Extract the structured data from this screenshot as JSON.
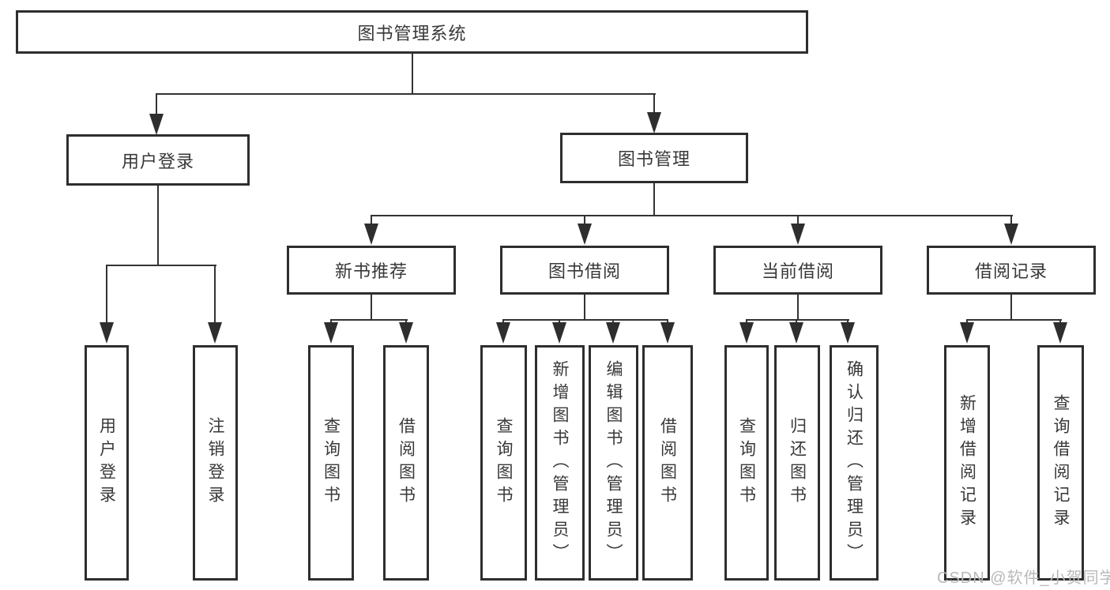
{
  "tree": {
    "root": {
      "label": "图书管理系统"
    },
    "level2": [
      {
        "label": "用户登录",
        "children": [
          "用户登录",
          "注销登录"
        ]
      },
      {
        "label": "图书管理"
      }
    ],
    "level3": [
      {
        "label": "新书推荐",
        "children": [
          "查询图书",
          "借阅图书"
        ]
      },
      {
        "label": "图书借阅",
        "children": [
          "查询图书",
          "新增图书（管理员）",
          "编辑图书（管理员）",
          "借阅图书"
        ]
      },
      {
        "label": "当前借阅",
        "children": [
          "查询图书",
          "归还图书",
          "确认归还（管理员）"
        ]
      },
      {
        "label": "借阅记录",
        "children": [
          "新增借阅记录",
          "查询借阅记录"
        ]
      }
    ]
  },
  "watermark": {
    "text": "CSDN @软件_小贺同学"
  },
  "colors": {
    "line": "#333333",
    "border": "#2e2e2e",
    "text": "#383838",
    "watermark": "#b9b9b9",
    "background": "#ffffff"
  }
}
